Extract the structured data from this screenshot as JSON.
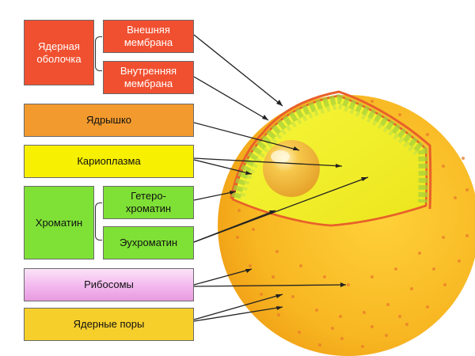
{
  "labels": {
    "nuclear_envelope": "Ядерная оболочка",
    "outer_membrane": "Внешняя мембрана",
    "inner_membrane": "Внутренняя мембрана",
    "nucleolus": "Ядрышко",
    "karyoplasm": "Кариоплазма",
    "chromatin": "Хроматин",
    "heterochromatin": "Гетеро-хроматин",
    "euchromatin": "Эухроматин",
    "ribosomes": "Рибосомы",
    "nuclear_pores": "Ядерные поры"
  },
  "colors": {
    "red": "#f05030",
    "orange": "#f29a2e",
    "yellow": "#f7f000",
    "green": "#7fe036",
    "pink": "#f3b7ee",
    "yellow_orange": "#f7cf2b",
    "sphere_outer": "#f8bf1e",
    "sphere_inner": "#f0ef20"
  }
}
